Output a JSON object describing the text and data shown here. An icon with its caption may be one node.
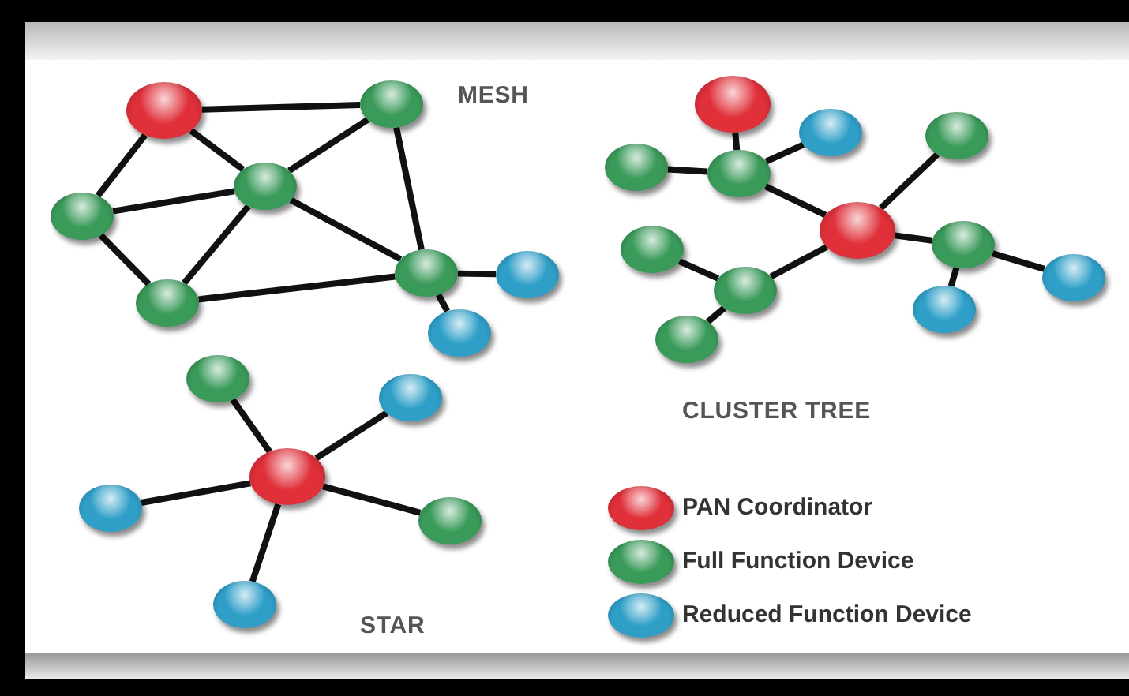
{
  "diagram": {
    "nodes": [
      {
        "text": [],
        "shape": "circle"
      },
      {
        "text": [],
        "shape": "circle"
      },
      {
        "text": [],
        "shape": "circle"
      },
      {
        "text": [],
        "shape": "circle"
      },
      {
        "text": [],
        "shape": "circle"
      },
      {
        "text": [],
        "shape": "circle"
      },
      {
        "text": [],
        "shape": "circle"
      },
      {
        "text": [],
        "shape": "circle"
      },
      {
        "text": [],
        "shape": "circle"
      },
      {
        "text": [],
        "shape": "circle"
      },
      {
        "text": [],
        "shape": "circle"
      },
      {
        "text": [],
        "shape": "circle"
      },
      {
        "text": [],
        "shape": "circle"
      },
      {
        "text": [],
        "shape": "circle"
      },
      {
        "text": [],
        "shape": "circle"
      },
      {
        "text": [],
        "shape": "circle"
      },
      {
        "text": [],
        "shape": "circle"
      },
      {
        "text": [],
        "shape": "circle"
      },
      {
        "text": [],
        "shape": "circle"
      },
      {
        "text": [],
        "shape": "circle"
      },
      {
        "text": [],
        "shape": "circle"
      },
      {
        "text": [],
        "shape": "circle"
      },
      {
        "text": [],
        "shape": "circle"
      },
      {
        "text": [],
        "shape": "circle"
      },
      {
        "text": [],
        "shape": "circle"
      },
      {
        "text": [],
        "shape": "circle"
      }
    ],
    "edges": [
      {
        "from": 0,
        "to": 1,
        "arrow": "none"
      },
      {
        "from": 0,
        "to": 2,
        "arrow": "none"
      },
      {
        "from": 0,
        "to": 3,
        "arrow": "none"
      },
      {
        "from": 1,
        "to": 2,
        "arrow": "none"
      },
      {
        "from": 1,
        "to": 5,
        "arrow": "none"
      },
      {
        "from": 2,
        "to": 3,
        "arrow": "none"
      },
      {
        "from": 2,
        "to": 4,
        "arrow": "none"
      },
      {
        "from": 2,
        "to": 5,
        "arrow": "none"
      },
      {
        "from": 3,
        "to": 4,
        "arrow": "none"
      },
      {
        "from": 4,
        "to": 5,
        "arrow": "none"
      },
      {
        "from": 5,
        "to": 6,
        "arrow": "none"
      },
      {
        "from": 5,
        "to": 7,
        "arrow": "none"
      },
      {
        "from": 8,
        "to": 11,
        "arrow": "none"
      },
      {
        "from": 11,
        "to": 10,
        "arrow": "none"
      },
      {
        "from": 11,
        "to": 9,
        "arrow": "none"
      },
      {
        "from": 11,
        "to": 13,
        "arrow": "none"
      },
      {
        "from": 13,
        "to": 12,
        "arrow": "none"
      },
      {
        "from": 13,
        "to": 14,
        "arrow": "none"
      },
      {
        "from": 14,
        "to": 15,
        "arrow": "none"
      },
      {
        "from": 14,
        "to": 16,
        "arrow": "none"
      },
      {
        "from": 13,
        "to": 18,
        "arrow": "none"
      },
      {
        "from": 18,
        "to": 17,
        "arrow": "none"
      },
      {
        "from": 18,
        "to": 19,
        "arrow": "none"
      },
      {
        "from": 22,
        "to": 20,
        "arrow": "none"
      },
      {
        "from": 22,
        "to": 21,
        "arrow": "none"
      },
      {
        "from": 22,
        "to": 23,
        "arrow": "none"
      },
      {
        "from": 22,
        "to": 24,
        "arrow": "none"
      },
      {
        "from": 22,
        "to": 25,
        "arrow": "none"
      }
    ],
    "labels": [
      "MESH",
      "CLUSTER TREE",
      "STAR"
    ],
    "legend": [
      {
        "text": "PAN Coordinator",
        "color": "#e0303a"
      },
      {
        "text": "Full Function Device",
        "color": "#3a9a5a"
      },
      {
        "text": "Reduced Function Device",
        "color": "#2f9fc8"
      }
    ]
  }
}
